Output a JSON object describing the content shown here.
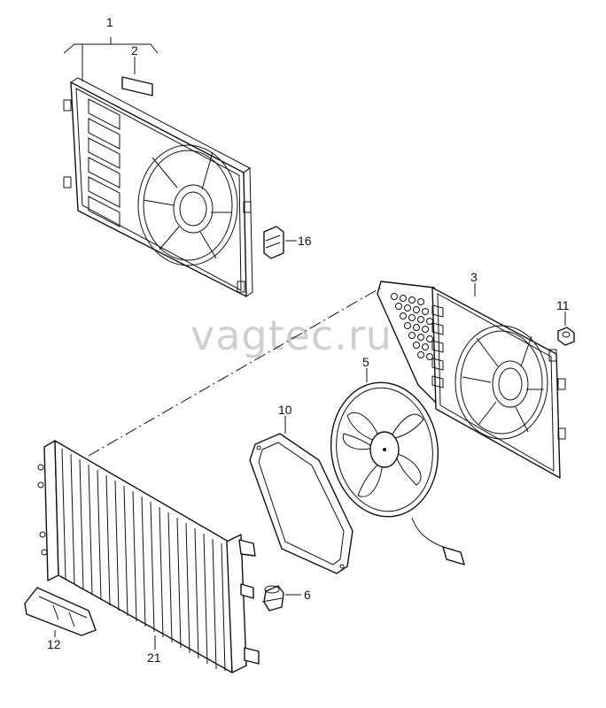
{
  "watermark": "vagtec.ru",
  "callouts": [
    {
      "id": "1",
      "label": "1"
    },
    {
      "id": "2",
      "label": "2"
    },
    {
      "id": "16",
      "label": "16"
    },
    {
      "id": "3",
      "label": "3"
    },
    {
      "id": "11",
      "label": "11"
    },
    {
      "id": "5",
      "label": "5"
    },
    {
      "id": "10",
      "label": "10"
    },
    {
      "id": "6",
      "label": "6"
    },
    {
      "id": "12",
      "label": "12"
    },
    {
      "id": "21",
      "label": "21"
    }
  ]
}
